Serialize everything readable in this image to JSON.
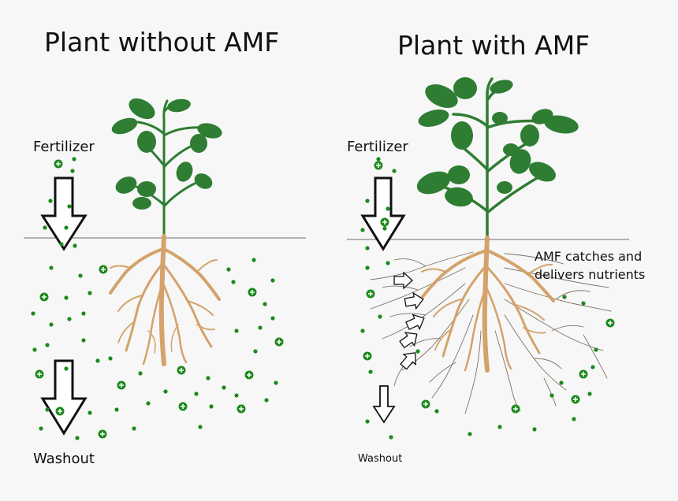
{
  "panels": {
    "left": {
      "title": "Plant without AMF",
      "fertilizer": "Fertilizer",
      "washout": "Washout"
    },
    "right": {
      "title": "Plant with AMF",
      "fertilizer": "Fertilizer",
      "washout": "Washout",
      "amf_note": "AMF catches and delivers nutrients"
    }
  },
  "colors": {
    "leaf": "#2e7d32",
    "stem": "#2e7d32",
    "root": "#d4a26a",
    "nutrient": "#1b8a1b",
    "hyphae": "#6b5a4a",
    "soil_line": "#888888",
    "background": "#f7f7f7"
  }
}
